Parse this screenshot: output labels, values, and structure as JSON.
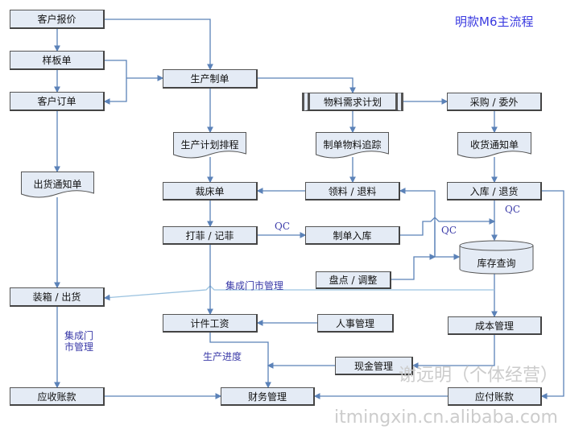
{
  "title": "明款M6主流程",
  "nodes": {
    "quote": "客户报价",
    "sample": "样板单",
    "order": "客户订单",
    "production_order": "生产制单",
    "schedule": "生产计划排程",
    "ship_notice": "出货通知单",
    "mrp": "物料需求计划",
    "purchase": "采购 / 委外",
    "tracking": "制单物料追踪",
    "receive_notice": "收货通知单",
    "cutting": "裁床单",
    "issue_return": "领料 / 退料",
    "stock_in_return": "入库 / 退货",
    "ticket": "打菲 / 记菲",
    "order_stock_in": "制单入库",
    "inventory": "库存查询",
    "count_adjust": "盘点 / 调整",
    "pack_ship": "装箱 / 出货",
    "piece_wage": "计件工资",
    "hr": "人事管理",
    "cost": "成本管理",
    "cash": "现金管理",
    "receivable": "应收账款",
    "finance": "财务管理",
    "payable": "应付账款"
  },
  "labels": {
    "qc1": "QC",
    "qc2": "QC",
    "qc3": "QC",
    "store_h": "集成门市管理",
    "store_v": "集成门市管理",
    "progress": "生产进度"
  },
  "watermark": {
    "line1": "谢远明（个体经营）",
    "line2": "itmingxin.cn.alibaba.com"
  },
  "colors": {
    "line": "#5b82b8",
    "box": "#e4ebf5",
    "title": "#3a3ae0"
  }
}
